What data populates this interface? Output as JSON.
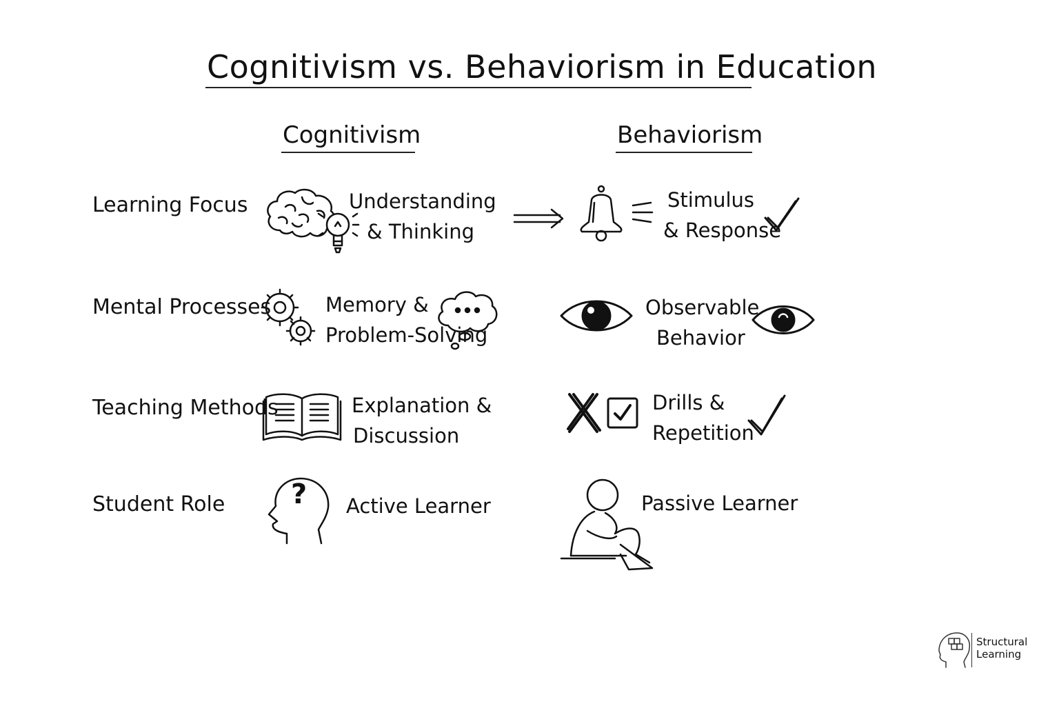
{
  "title": "Cognitivism vs. Behaviorism in Education",
  "columns": {
    "cognitivism": "Cognitivism",
    "behaviorism": "Behaviorism"
  },
  "rows": [
    {
      "label": "Learning Focus",
      "cognitivism": [
        "Understanding",
        "& Thinking"
      ],
      "behaviorism": [
        "Stimulus",
        "& Response"
      ]
    },
    {
      "label": "Mental Processes",
      "cognitivism": [
        "Memory &",
        "Problem-Solving"
      ],
      "behaviorism": [
        "Observable",
        "Behavior"
      ]
    },
    {
      "label": "Teaching Methods",
      "cognitivism": [
        "Explanation &",
        "Discussion"
      ],
      "behaviorism": [
        "Drills &",
        "Repetition"
      ]
    },
    {
      "label": "Student Role",
      "cognitivism": [
        "Active Learner"
      ],
      "behaviorism": [
        "Passive Learner"
      ]
    }
  ],
  "icons": [
    "brain-icon",
    "lightbulb-icon",
    "arrow-icon",
    "bell-icon",
    "checkmark-icon",
    "gears-icon",
    "thought-bubble-icon",
    "eye-icon",
    "open-book-icon",
    "x-mark-icon",
    "checkbox-icon",
    "question-head-icon",
    "sitting-person-icon",
    "logo-icon"
  ],
  "logo": {
    "line1": "Structural",
    "line2": "Learning"
  }
}
